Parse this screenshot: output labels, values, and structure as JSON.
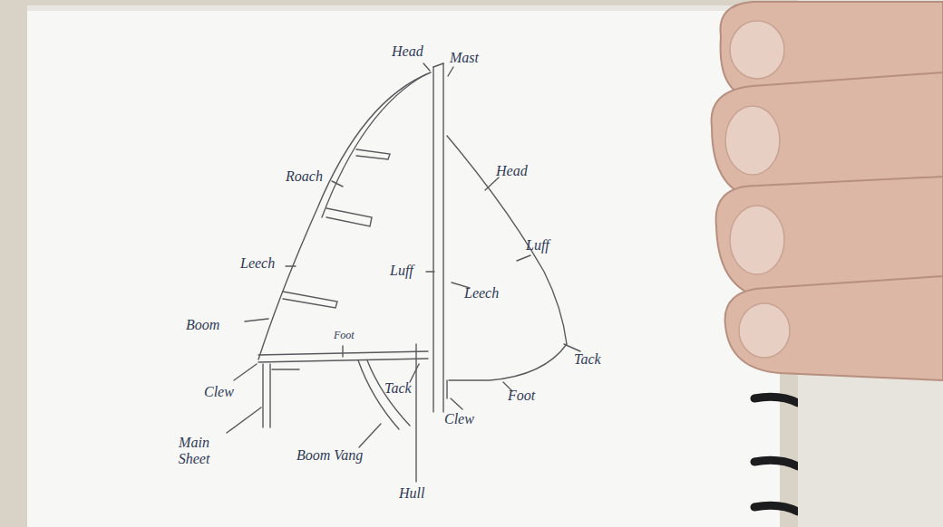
{
  "diagram": {
    "labels": [
      "Head",
      "Mast",
      "Head",
      "Roach",
      "Luff",
      "Leech",
      "Luff",
      "Leech",
      "Boom",
      "Foot",
      "Tack",
      "Clew",
      "Tack",
      "Clew",
      "Foot",
      "Main Sheet",
      "Boom Vang",
      "Hull"
    ]
  }
}
